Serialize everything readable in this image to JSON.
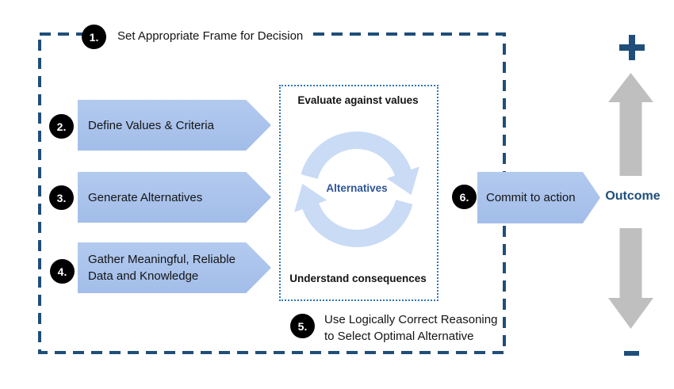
{
  "frame": {
    "step1": {
      "number": "1.",
      "label": "Set Appropriate Frame for Decision"
    }
  },
  "process_steps": [
    {
      "number": "2.",
      "label": "Define Values & Criteria"
    },
    {
      "number": "3.",
      "label": "Generate Alternatives"
    },
    {
      "number": "4.",
      "label": "Gather Meaningful, Reliable Data and Knowledge"
    }
  ],
  "evaluation_loop": {
    "top_label": "Evaluate against values",
    "center_label": "Alternatives",
    "bottom_label": "Understand consequences"
  },
  "step5": {
    "number": "5.",
    "label": "Use Logically Correct Reasoning to Select Optimal Alternative"
  },
  "step6": {
    "number": "6.",
    "label": "Commit to action"
  },
  "outcome": {
    "label": "Outcome",
    "positive_sign": "+",
    "negative_sign": "−"
  },
  "icons": {
    "cycle_arrows": "⟳",
    "up_arrow": "⬆",
    "down_arrow": "⬇"
  },
  "colors": {
    "navy": "#1F4E79",
    "arrow_blue_top": "#B3CAEF",
    "arrow_blue_bottom": "#A2BDE9",
    "cycle_blue": "#C9DBF5",
    "alternatives_text": "#2F5597",
    "dotted_border": "#2E75B6",
    "gray_arrow": "#BFBFBF",
    "badge_bg": "#000000",
    "badge_text": "#FFFFFF",
    "text": "#141414"
  }
}
